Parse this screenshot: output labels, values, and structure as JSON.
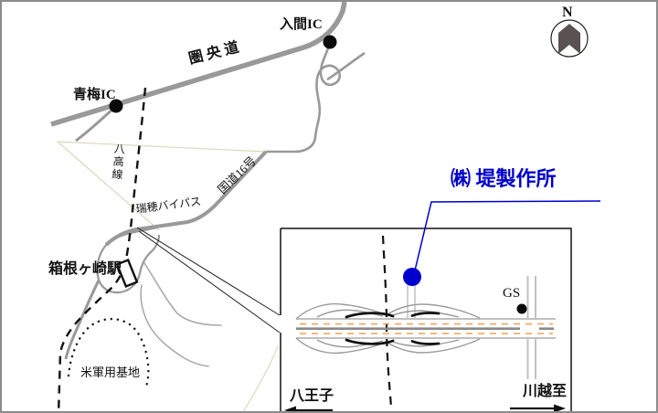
{
  "map": {
    "highways": {
      "kenodo": "圏央道",
      "route16": "国道16号",
      "mizuho_bypass": "瑞穂バイパス"
    },
    "interchanges": {
      "iruma": "入間IC",
      "ome": "青梅IC"
    },
    "railway": {
      "hachiko_line": "八高線"
    },
    "station": {
      "hakonegasaki": "箱根ヶ崎駅"
    },
    "areas": {
      "us_base": "米軍用基地"
    },
    "company": {
      "name": "㈱ 堤製作所"
    },
    "north_indicator": {
      "label": "N"
    },
    "inset": {
      "gas_station": "GS",
      "direction_left": "八王子",
      "direction_right": "川越至"
    },
    "colors": {
      "accent_blue": "#0000cc",
      "road_gray": "#999999",
      "lane_orange": "#f0a050"
    }
  }
}
